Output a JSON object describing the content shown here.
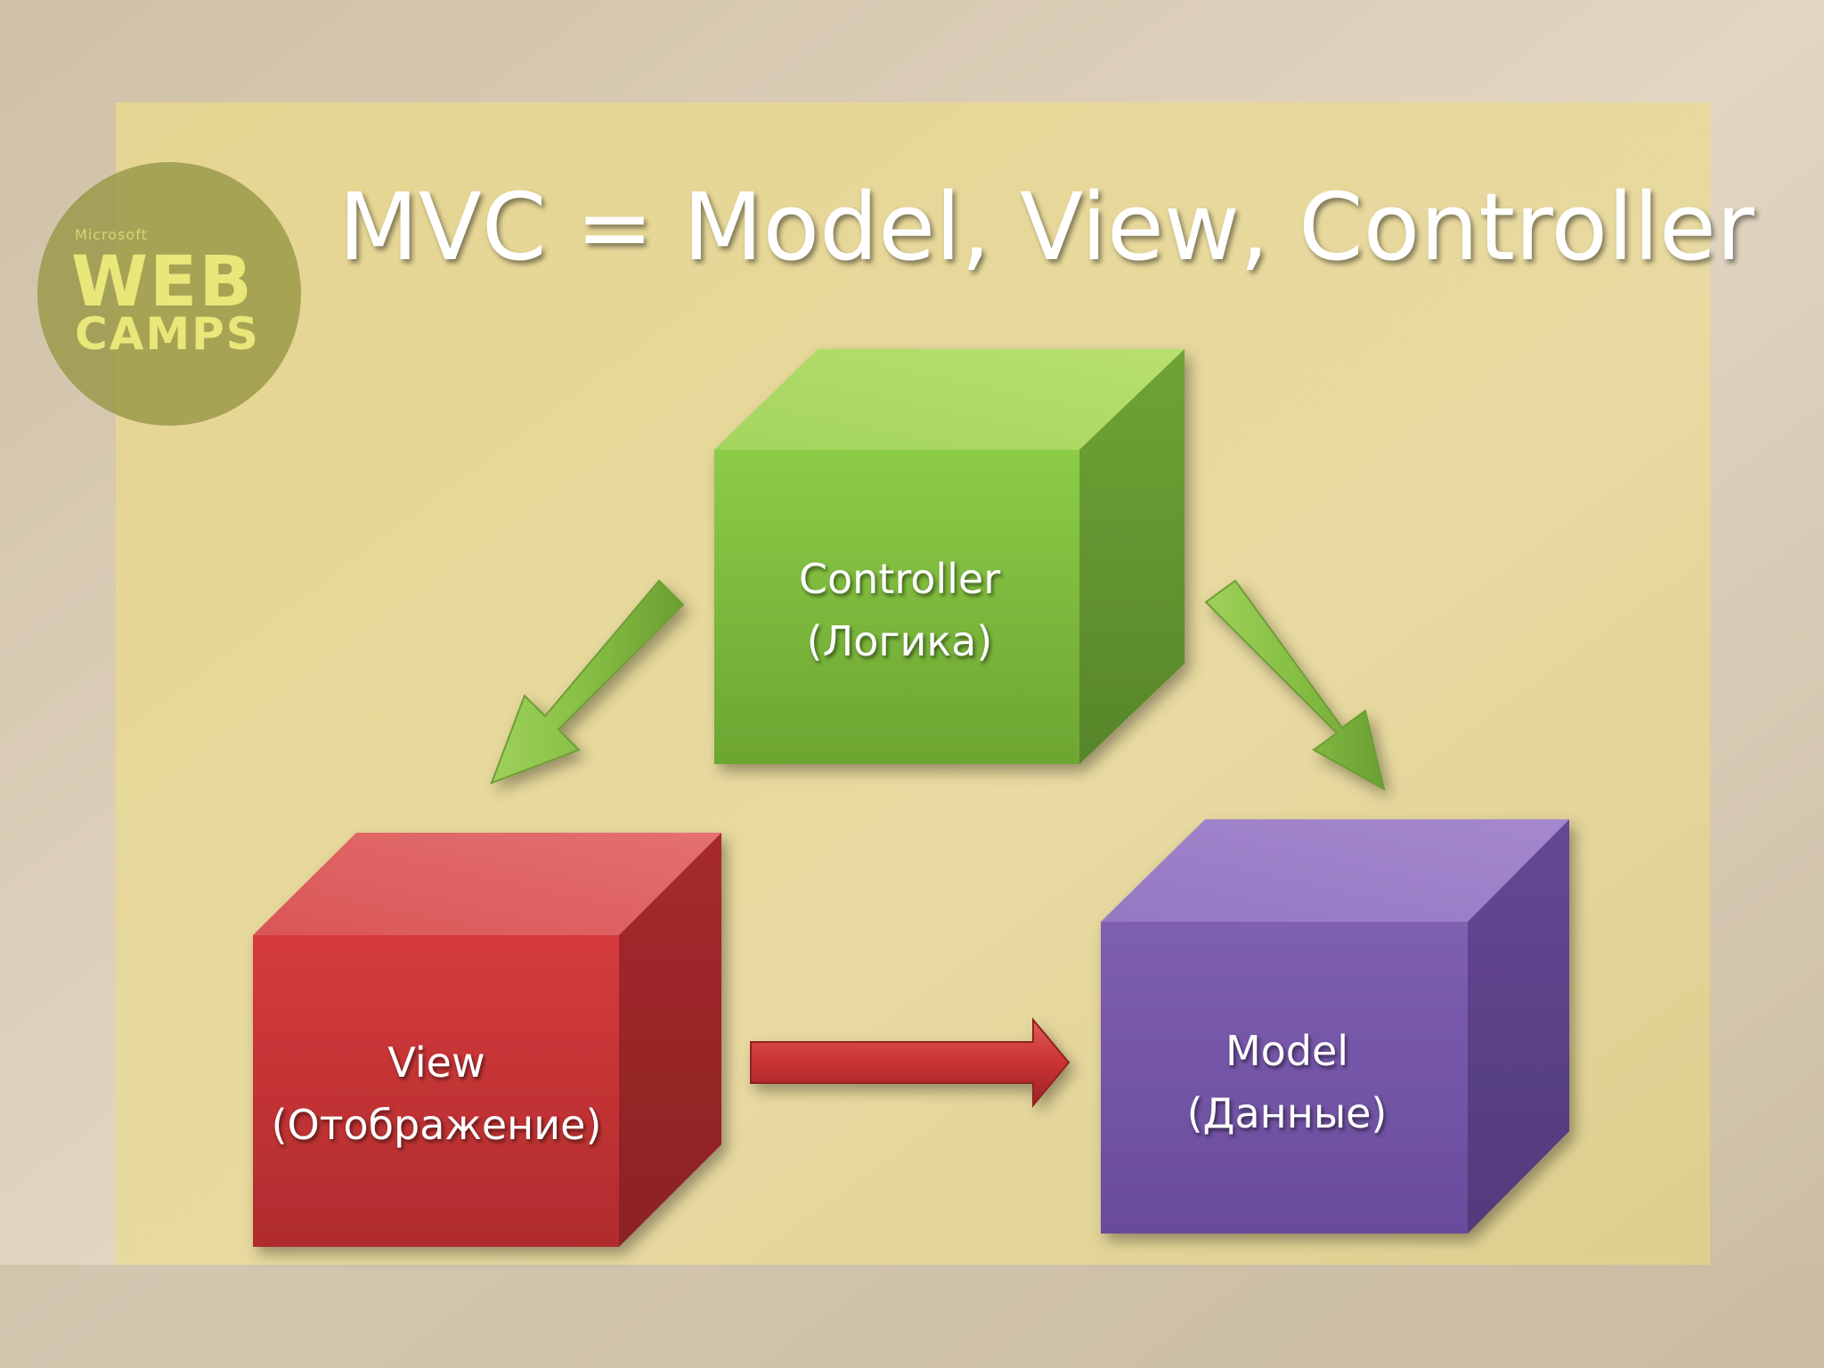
{
  "slide": {
    "title": "MVC = Model, View, Controller"
  },
  "logo": {
    "small": "Microsoft",
    "line1": "WEB",
    "line2": "CAMPS"
  },
  "boxes": {
    "controller": {
      "name": "Controller",
      "description": "(Логика)",
      "color": "#7cb83e"
    },
    "view": {
      "name": "View",
      "description": "(Отображение)",
      "color": "#c73334"
    },
    "model": {
      "name": "Model",
      "description": "(Данные)",
      "color": "#7552a3"
    }
  },
  "colors": {
    "background": "#d9cdb8",
    "panel": "#e3d593",
    "arrow_green": "#8dc44a",
    "arrow_red": "#d13a3b",
    "logo_circle": "#9a9a4a"
  }
}
